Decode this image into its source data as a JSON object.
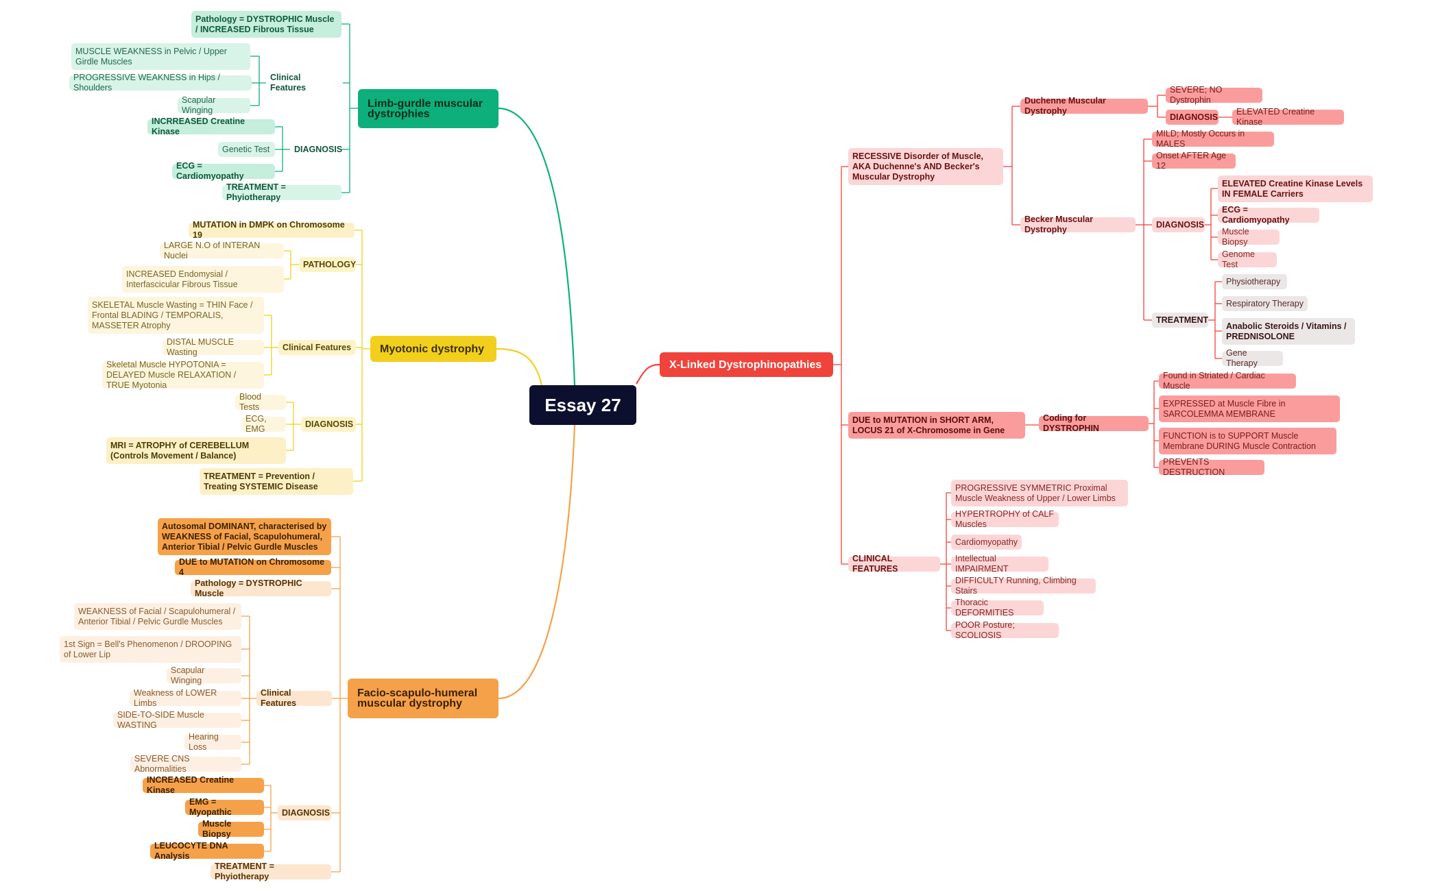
{
  "root": {
    "title": "Essay 27"
  },
  "colors": {
    "green": "#0db07a",
    "yellow": "#f2cf1c",
    "orange": "#f5a14a",
    "red": "#f0433b",
    "root": "#0d0f2e"
  },
  "limb": {
    "title": "Limb-gurdle muscular dystrophies",
    "pathology": "Pathology = DYSTROPHIC Muscle / INCREASED Fibrous Tissue",
    "clinical": "Clinical Features",
    "clinical_items": [
      "MUSCLE WEAKNESS in Pelvic / Upper Girdle Muscles",
      "PROGRESSIVE WEAKNESS in Hips / Shoulders",
      "Scapular Winging"
    ],
    "diagnosis": "DIAGNOSIS",
    "diagnosis_items": [
      "INCRREASED Creatine Kinase",
      "Genetic Test",
      "ECG = Cardiomyopathy"
    ],
    "treatment": "TREATMENT = Phyiotherapy"
  },
  "myotonic": {
    "title": "Myotonic dystrophy",
    "mutation": "MUTATION in DMPK on Chromosome 19",
    "pathology": "PATHOLOGY",
    "pathology_items": [
      "LARGE N.O of INTERAN Nuclei",
      "INCREASED Endomysial / Interfascicular Fibrous Tissue"
    ],
    "clinical": "Clinical Features",
    "clinical_items": [
      "SKELETAL Muscle Wasting = THIN Face / Frontal BLADING / TEMPORALIS, MASSETER Atrophy",
      "DISTAL MUSCLE Wasting",
      "Skeletal Muscle HYPOTONIA = DELAYED Muscle RELAXATION / TRUE Myotonia"
    ],
    "diagnosis": "DIAGNOSIS",
    "diagnosis_items": [
      "Blood Tests",
      "ECG, EMG",
      "MRI = ATROPHY of CEREBELLUM (Controls Movement / Balance)"
    ],
    "treatment": "TREATMENT = Prevention / Treating SYSTEMIC Disease"
  },
  "fsh": {
    "title": "Facio-scapulo-humeral muscular dystrophy",
    "desc": "Autosomal DOMINANT, characterised by WEAKNESS of Facial, Scapulohumeral, Anterior Tibial / Pelvic Gurdle Muscles",
    "mutation": "DUE to MUTATION on Chromosome 4",
    "pathology": "Pathology = DYSTROPHIC Muscle",
    "clinical": "Clinical Features",
    "clinical_items": [
      "WEAKNESS of Facial / Scapulohumeral / Anterior Tibial / Pelvic Gurdle Muscles",
      "1st Sign = Bell's Phenomenon / DROOPING of Lower Lip",
      "Scapular Winging",
      "Weakness of LOWER Limbs",
      "SIDE-TO-SIDE Muscle WASTING",
      "Hearing Loss",
      "SEVERE CNS Abnormalities"
    ],
    "diagnosis": "DIAGNOSIS",
    "diagnosis_items": [
      "INCREASED Creatine Kinase",
      "EMG = Myopathic",
      "Muscle Biopsy",
      "LEUCOCYTE DNA Analysis"
    ],
    "treatment": "TREATMENT = Phyiotherapy"
  },
  "xlinked": {
    "title": "X-Linked Dystrophinopathies",
    "recessive": "RECESSIVE Disorder of Muscle, AKA Duchenne's AND Becker's Muscular Dystrophy",
    "duchenne": "Duchenne Muscular Dystrophy",
    "duchenne_severe": "SEVERE; NO Dystrophin",
    "duchenne_diagnosis": "DIAGNOSIS",
    "duchenne_ck": "ELEVATED Creatine Kinase",
    "becker": "Becker Muscular Dystrophy",
    "becker_mild": "MILD; Mostly Occurs in MALES",
    "becker_onset": "Onset AFTER Age 12",
    "becker_diagnosis": "DIAGNOSIS",
    "becker_diagnosis_items": [
      "ELEVATED Creatine Kinase Levels IN FEMALE Carriers",
      "ECG = Cardiomyopathy",
      "Muscle Biopsy",
      "Genome Test"
    ],
    "becker_treatment": "TREATMENT",
    "becker_treatment_items": [
      "Physiotherapy",
      "Respiratory Therapy",
      "Anabolic Steroids / Vitamins / PREDNISOLONE",
      "Gene Therapy"
    ],
    "mutation": "DUE to MUTATION in SHORT ARM, LOCUS 21 of X-Chromosome in Gene",
    "coding": "Coding for DYSTROPHIN",
    "coding_items": [
      "Found in Striated / Cardiac Muscle",
      "EXPRESSED at Muscle Fibre in SARCOLEMMA MEMBRANE",
      "FUNCTION is to SUPPORT Muscle Membrane DURING Muscle Contraction",
      "PREVENTS DESTRUCTION"
    ],
    "clinical": "CLINICAL FEATURES",
    "clinical_items": [
      "PROGRESSIVE SYMMETRIC Proximal Muscle Weakness of Upper / Lower Limbs",
      "HYPERTROPHY of CALF Muscles",
      "Cardiomyopathy",
      "Intellectual IMPAIRMENT",
      "DIFFICULTY Running, Climbing Stairs",
      "Thoracic DEFORMITIES",
      "POOR Posture; SCOLIOSIS"
    ]
  }
}
